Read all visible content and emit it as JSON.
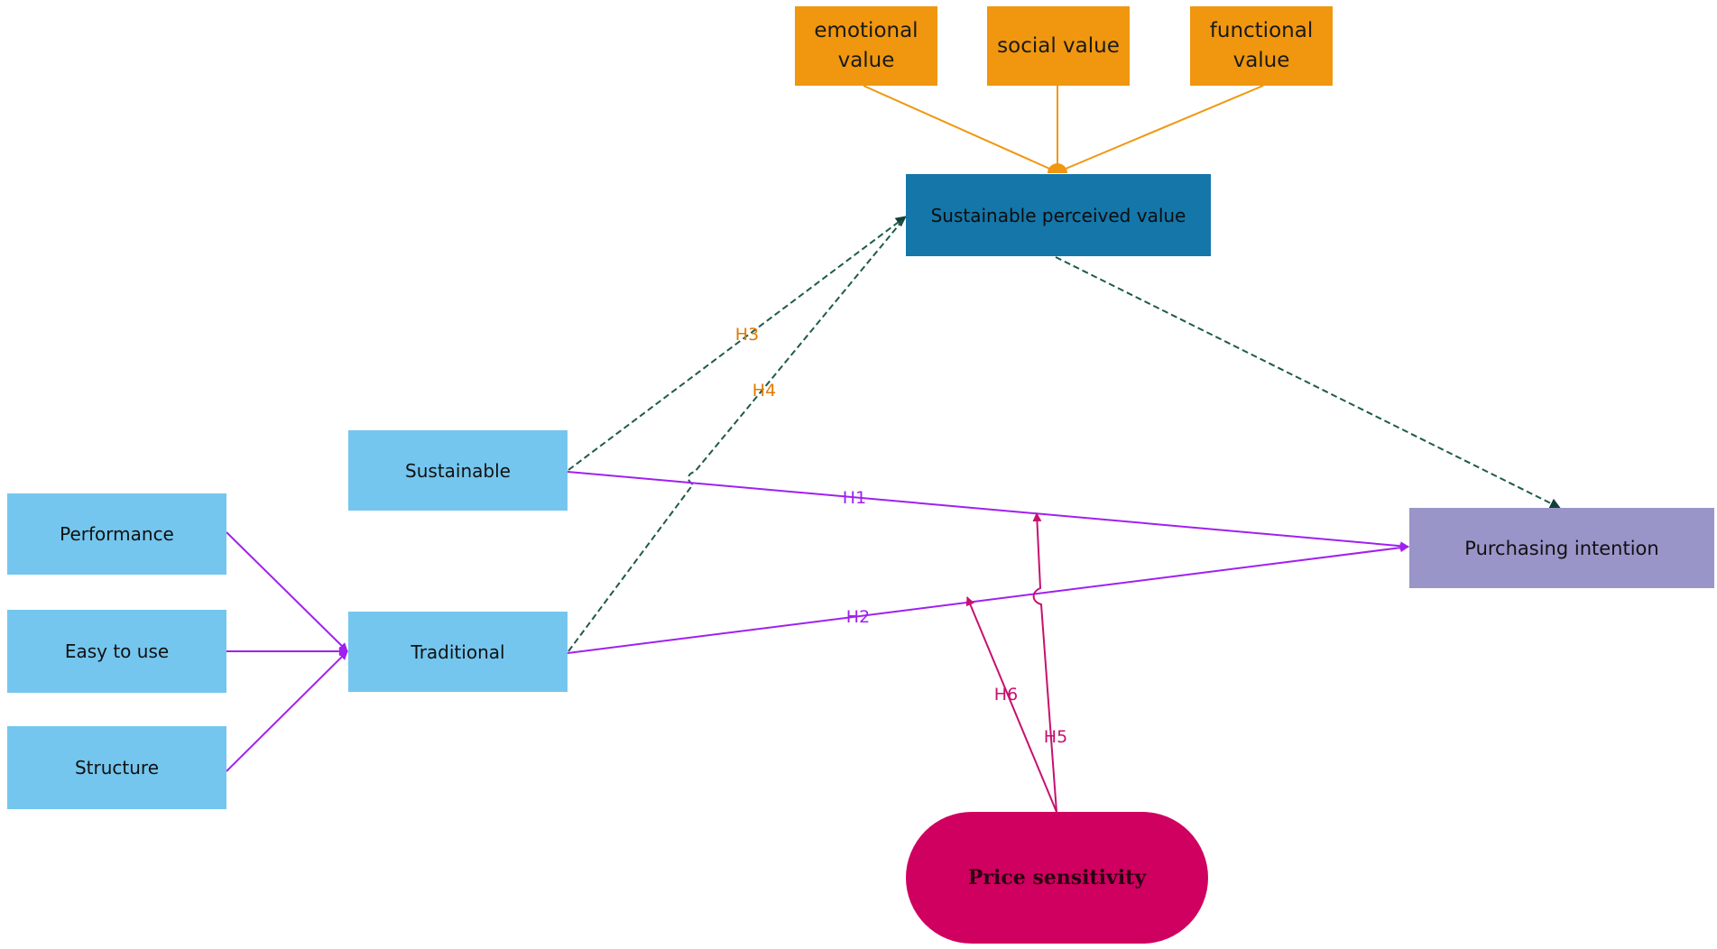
{
  "nodes": {
    "emotional_value": "emotional value",
    "social_value": "social value",
    "functional_value": "functional value",
    "sustainable_perceived_value": "Sustainable perceived value",
    "sustainable": "Sustainable",
    "traditional": "Traditional",
    "performance": "Performance",
    "easy_to_use": "Easy to use",
    "structure": "Structure",
    "purchasing_intention": "Purchasing intention",
    "price_sensitivity": "Price sensitivity"
  },
  "hypotheses": {
    "h1": "H1",
    "h2": "H2",
    "h3": "H3",
    "h4": "H4",
    "h5": "H5",
    "h6": "H6"
  },
  "colors": {
    "value_box": "#f0970f",
    "perceived_value_box": "#1476a9",
    "attribute_box": "#74c6ee",
    "purchasing_intention_box": "#9995c9",
    "price_sensitivity_box": "#cf005f",
    "direct_path": "#a020f0",
    "mediated_path": "#1f5a4a",
    "moderation_path": "#c8106e",
    "mediation_label": "#e07b00"
  }
}
